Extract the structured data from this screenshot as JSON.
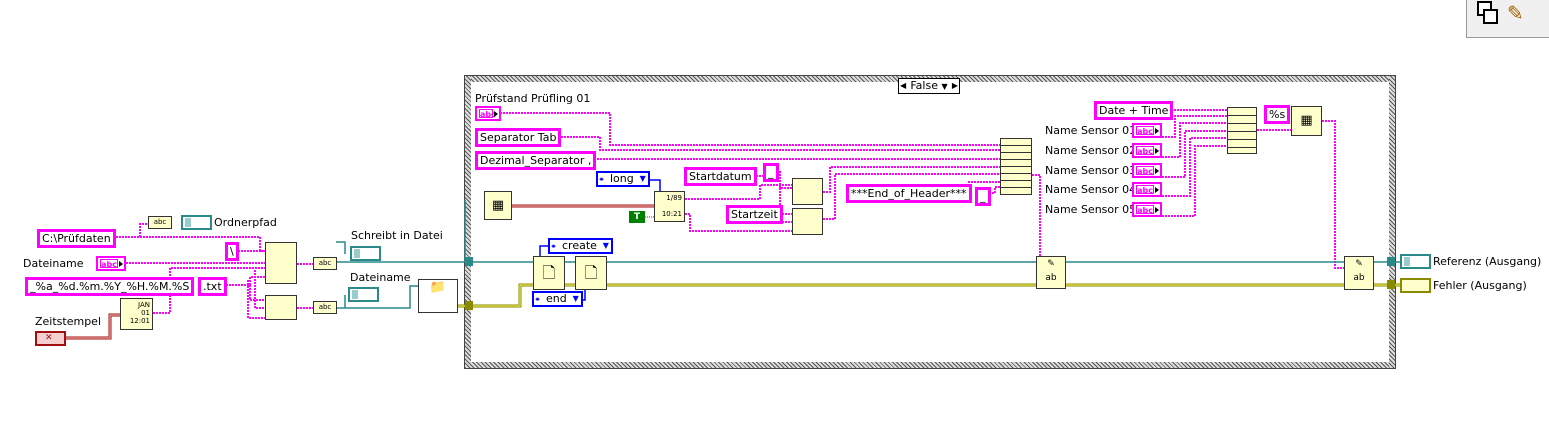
{
  "toolbar": {
    "icons": [
      "copy-windows-icon",
      "pencil-icon"
    ]
  },
  "case_structure": {
    "selector_value": "False"
  },
  "outside": {
    "folder_constant": "C:\\Prüfdaten",
    "filename_label": "Dateiname",
    "format_constant": "_%a_%d.%m.%Y_%H.%M.%S",
    "timestamp_label": "Zeitstempel",
    "backslash_constant": "\\",
    "extension_constant": ".txt",
    "folder_path_label": "Ordnerpfad",
    "writes_to_file_label": "Schreibt in Datei",
    "filename_indicator_label": "Dateiname"
  },
  "inside": {
    "device_label": "Prüfstand Prüfling 01",
    "separator_tab": "Separator Tab",
    "decimal_separator": "Dezimal_Separator ,",
    "date_format_enum": "long",
    "bool_constant": "T",
    "start_date": "Startdatum",
    "start_time": "Startzeit",
    "underscore_1": "_",
    "underscore_2": "_",
    "end_of_header": "***End_of_Header***",
    "create_enum": "create",
    "end_enum": "end",
    "date_time_constant": "Date + Time",
    "format_specifier": "%s",
    "sensors": [
      {
        "label": "Name Sensor 01"
      },
      {
        "label": "Name Sensor 02"
      },
      {
        "label": "Name Sensor 03"
      },
      {
        "label": "Name Sensor 04"
      },
      {
        "label": "Name Sensor 05"
      }
    ]
  },
  "outputs": {
    "reference": "Referenz (Ausgang)",
    "error": "Fehler (Ausgang)"
  },
  "colors": {
    "string_wire": "#ff00ff",
    "refnum_wire": "#2a8a8a",
    "error_wire": "#8a8a00",
    "timestamp_wire": "#a01010",
    "enum": "#0000ff",
    "node": "#ffffcc"
  }
}
